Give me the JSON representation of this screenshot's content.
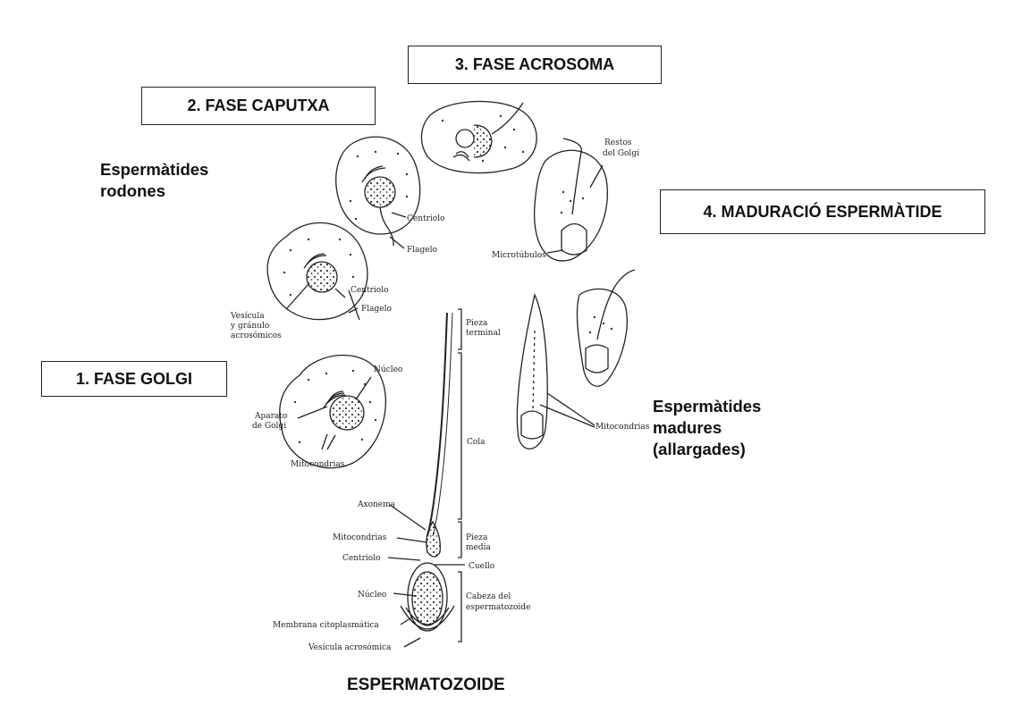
{
  "phases": {
    "golgi": "1. FASE GOLGI",
    "caputxa": "2. FASE CAPUTXA",
    "acrosoma": "3. FASE ACROSOMA",
    "maduracio": "4. MADURACIÓ ESPERMÀTIDE"
  },
  "groups": {
    "rodones": "Espermàtides\nrodones",
    "madures": "Espermàtides\nmadures\n(allargades)",
    "espermatozoide": "ESPERMATOZOIDE"
  },
  "cell_labels": {
    "nucleo_golgi": "Núcleo",
    "aparato_1": "Aparato",
    "aparato_2": "de Golgi",
    "mitocondrias_golgi": "Mitocondrias",
    "vesicula_1": "Vesícula",
    "vesicula_2": "y gránulo",
    "vesicula_3": "acrosómicos",
    "centriolo_a": "Centriolo",
    "flagelo_a": "Flagelo",
    "centriolo_b": "Centriolo",
    "flagelo_b": "Flagelo",
    "restos_1": "Restos",
    "restos_2": "del Golgi",
    "microtubulos": "Microtúbulos",
    "mitocondrias_madura": "Mitocondrias"
  },
  "sperm_labels": {
    "axonema": "Axonema",
    "mitocondrias": "Mitocondrias",
    "centriolo": "Centriolo",
    "nucleo": "Núcleo",
    "membrana": "Membrana citoplasmática",
    "vesicula": "Vesícula acrosómica",
    "pieza_terminal_1": "Pieza",
    "pieza_terminal_2": "terminal",
    "cola": "Cola",
    "pieza_media_1": "Pieza",
    "pieza_media_2": "media",
    "cuello": "Cuello",
    "cabeza_1": "Cabeza del",
    "cabeza_2": "espermatozoide"
  },
  "colors": {
    "ink": "#222222",
    "background": "#ffffff"
  }
}
